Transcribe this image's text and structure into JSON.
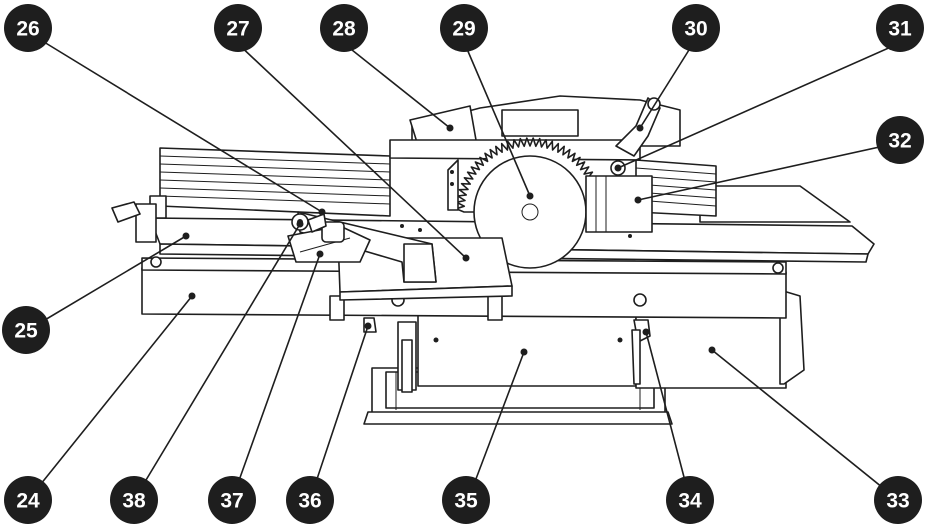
{
  "callouts": [
    {
      "label": "26"
    },
    {
      "label": "27"
    },
    {
      "label": "28"
    },
    {
      "label": "29"
    },
    {
      "label": "30"
    },
    {
      "label": "31"
    },
    {
      "label": "32"
    },
    {
      "label": "25"
    },
    {
      "label": "24"
    },
    {
      "label": "38"
    },
    {
      "label": "37"
    },
    {
      "label": "36"
    },
    {
      "label": "35"
    },
    {
      "label": "34"
    },
    {
      "label": "33"
    }
  ],
  "colors": {
    "ink": "#1e1e1e",
    "paper": "#ffffff"
  }
}
